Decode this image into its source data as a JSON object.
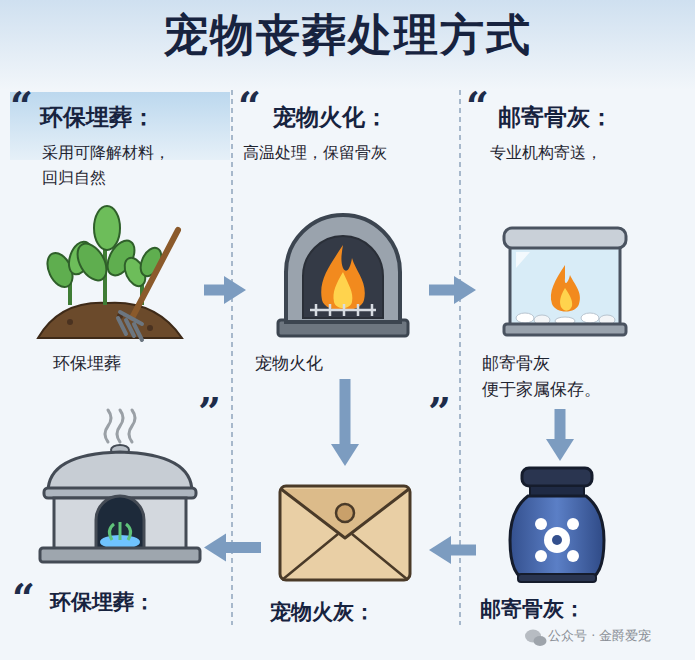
{
  "diagram": {
    "title": "宠物丧葬处理方式",
    "nodes": [
      {
        "text": [
          "环保埋葬：",
          "采用可降解材料， 回归自然"
        ]
      },
      {
        "text": [
          "宠物火化：",
          "高温处理，保留骨灰"
        ]
      },
      {
        "text": [
          "邮寄骨灰：",
          "专业机构寄送，"
        ]
      },
      {
        "text": [
          "环保埋葬"
        ],
        "in": 0
      },
      {
        "text": [
          "宠物火化"
        ],
        "in": 1
      },
      {
        "text": [
          "邮寄骨灰 便于家属保存。"
        ],
        "in": 2
      },
      {
        "text": [
          "环保埋葬："
        ]
      },
      {
        "text": [
          "宠物火灰："
        ]
      },
      {
        "text": [
          "邮寄骨灰："
        ]
      }
    ],
    "edges": [
      {
        "from": 3,
        "to": 4,
        "arrow": "to"
      },
      {
        "from": 4,
        "to": 5,
        "arrow": "to"
      },
      {
        "from": 4,
        "to": 7,
        "arrow": "to"
      },
      {
        "from": 5,
        "to": 8,
        "arrow": "to"
      },
      {
        "from": 8,
        "to": 7,
        "arrow": "to"
      },
      {
        "from": 7,
        "to": 6,
        "arrow": "to"
      }
    ],
    "labels": [
      "“",
      "“",
      "“",
      "”",
      "”",
      "“",
      "公众号 · 金爵爱宠"
    ]
  }
}
